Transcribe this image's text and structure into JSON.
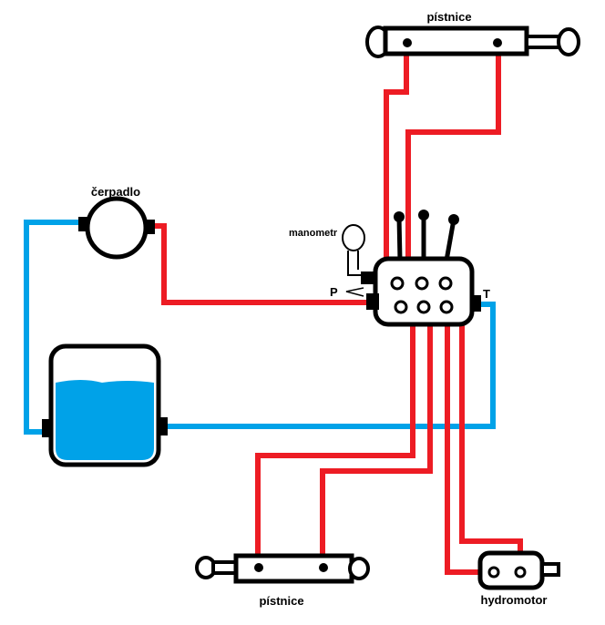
{
  "labels": {
    "top_cylinder": "pístnice",
    "pump": "čerpadlo",
    "gauge": "manometr",
    "port_p": "P",
    "port_t": "T",
    "bottom_cylinder": "pístnice",
    "motor": "hydromotor"
  },
  "colors": {
    "pressure_line": "#ed1c24",
    "return_line": "#00a2e8",
    "fluid": "#00a2e8",
    "outline": "#000000"
  }
}
